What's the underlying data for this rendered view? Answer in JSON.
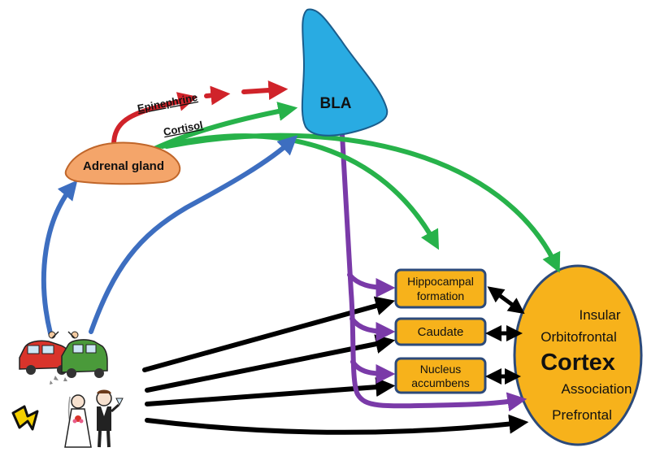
{
  "nodes": {
    "bla": "BLA",
    "adrenal": "Adrenal gland",
    "hippocampal": [
      "Hippocampal",
      "formation"
    ],
    "caudate": "Caudate",
    "nucleus": [
      "Nucleus",
      "accumbens"
    ],
    "cortex": {
      "title": "Cortex",
      "regions": [
        "Insular",
        "Orbitofrontal",
        "Association",
        "Prefrontal"
      ]
    }
  },
  "labels": {
    "epinephrine": "Epinephrine",
    "cortisol": "Cortisol"
  },
  "pictures": [
    "car-crash-icon",
    "lightning-icon",
    "wedding-couple-icon"
  ],
  "colors": {
    "bla": "#29abe2",
    "adrenal": "#f4a56a",
    "box": "#f7b21b",
    "box_border": "#2c4a7a",
    "epinephrine": "#d0232a",
    "cortisol": "#27b24a",
    "stimulus": "#3d6ec0",
    "bla_output": "#7a3aa8",
    "direct": "#000000"
  }
}
